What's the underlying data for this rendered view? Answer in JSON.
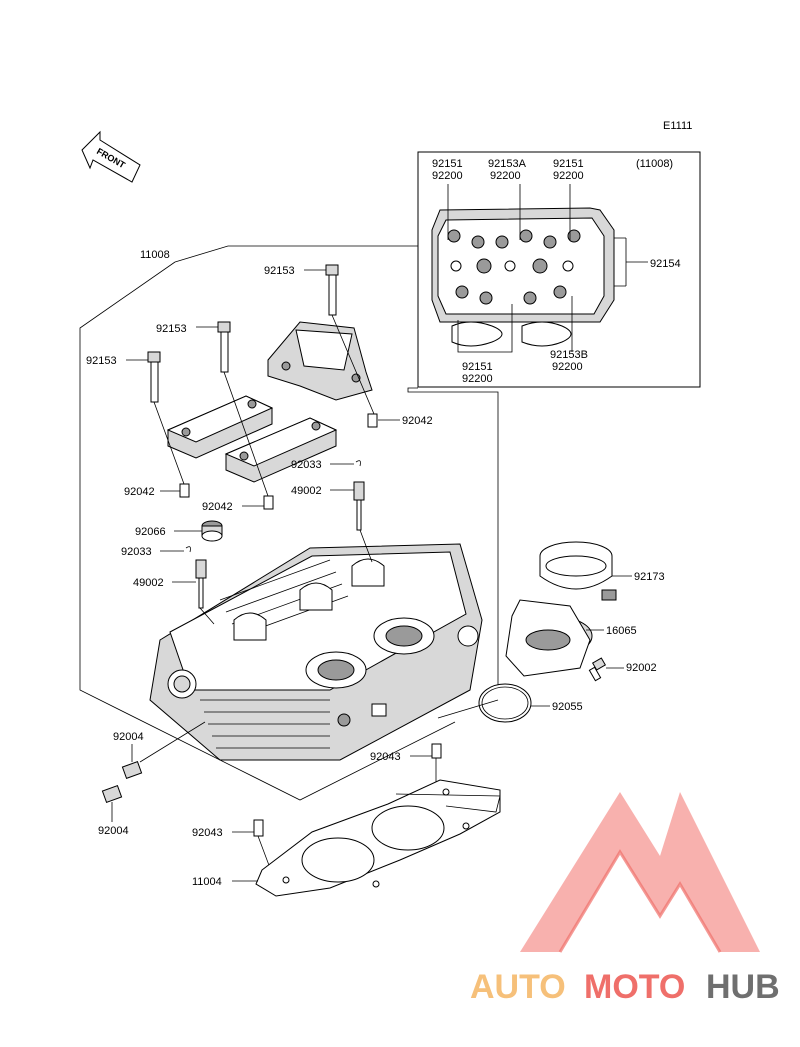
{
  "diagram_code": "E1111",
  "front_label": "FRONT",
  "inset_ref": "(11008)",
  "labels": {
    "inset_tl_a": "92151",
    "inset_tl_b": "92200",
    "inset_tc_a": "92153A",
    "inset_tc_b": "92200",
    "inset_tr_a": "92151",
    "inset_tr_b": "92200",
    "inset_right": "92154",
    "inset_bl_a": "92151",
    "inset_bl_b": "92200",
    "inset_br_a": "92153B",
    "inset_br_b": "92200",
    "head_assy": "11008",
    "bolt_top": "92153",
    "bolt_mid": "92153",
    "bolt_left": "92153",
    "dowel_right": "92042",
    "keeper_right": "92033",
    "valve_right": "49002",
    "dowel_left": "92042",
    "dowel_center": "92042",
    "seal": "92066",
    "keeper_left": "92033",
    "valve_left": "49002",
    "clamp": "92173",
    "holder": "16065",
    "holder_bolt": "92002",
    "oring": "92055",
    "stud_top": "92004",
    "stud_bottom": "92004",
    "dowel_gasket_r": "92043",
    "dowel_gasket_l": "92043",
    "gasket": "11004"
  },
  "watermark": {
    "part1": "AUTO",
    "part2": "MOTO",
    "part3": "HUB"
  },
  "colors": {
    "watermark_orange": "#f6c07a",
    "watermark_red": "#ef6f6a",
    "watermark_gray": "#6f6f6f"
  }
}
